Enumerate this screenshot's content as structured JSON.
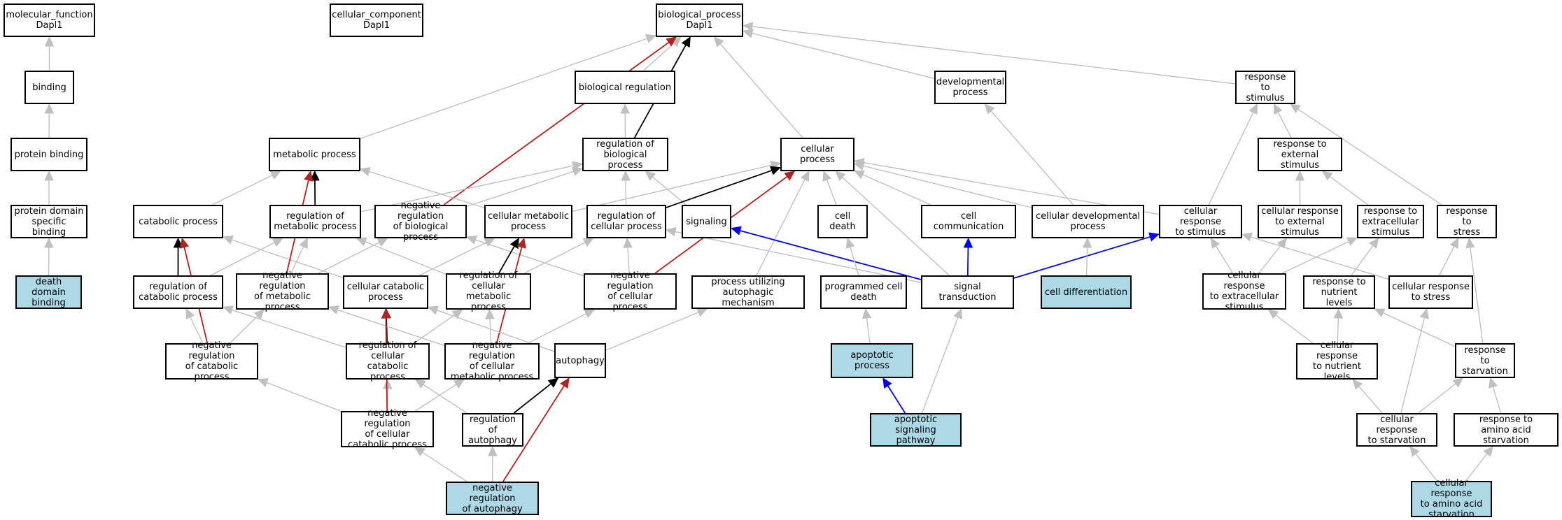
{
  "colors": {
    "node_fill": "#ffffff",
    "highlight_fill": "#add8e6",
    "node_border": "#000000",
    "edge_is_a": "#c0c0c0",
    "edge_part_of": "#000000",
    "edge_negatively_regulates": "#b22222",
    "edge_positively_regulates": "#0000ff"
  },
  "nodes": {
    "mf": "molecular_function\nDapl1",
    "cc": "cellular_component\nDapl1",
    "bp": "biological_process\nDapl1",
    "binding": "binding",
    "protein_binding": "protein binding",
    "pdsb": "protein domain\nspecific binding",
    "ddb": "death domain\nbinding",
    "bio_reg": "biological regulation",
    "dev_proc": "developmental\nprocess",
    "resp_stim": "response to\nstimulus",
    "metab_proc": "metabolic process",
    "reg_bio_proc": "regulation of\nbiological process",
    "cell_proc": "cellular process",
    "resp_ext_stim": "response to\nexternal stimulus",
    "catab_proc": "catabolic process",
    "reg_metab": "regulation of\nmetabolic process",
    "neg_reg_bio": "negative regulation\nof biological\nprocess",
    "cell_metab": "cellular metabolic\nprocess",
    "reg_cell_proc": "regulation of\ncellular process",
    "signaling": "signaling",
    "cell_death": "cell death",
    "cell_comm": "cell communication",
    "cell_dev": "cellular developmental\nprocess",
    "cell_resp_stim": "cellular response\nto stimulus",
    "cell_resp_ext": "cellular response\nto external\nstimulus",
    "resp_extracell": "response to\nextracellular\nstimulus",
    "resp_stress": "response to\nstress",
    "reg_catab": "regulation of\ncatabolic process",
    "neg_reg_metab": "negative regulation\nof metabolic\nprocess",
    "cell_catab": "cellular catabolic\nprocess",
    "reg_cell_metab": "regulation of\ncellular metabolic\nprocess",
    "neg_reg_cell_proc": "negative regulation\nof cellular\nprocess",
    "proc_autoph": "process utilizing\nautophagic mechanism",
    "pcd": "programmed cell\ndeath",
    "sig_trans": "signal transduction",
    "cell_diff": "cell differentiation",
    "cell_resp_extracell": "cellular response\nto extracellular\nstimulus",
    "resp_nutrient": "response to\nnutrient levels",
    "cell_resp_stress": "cellular response\nto stress",
    "neg_reg_catab": "negative regulation\nof catabolic\nprocess",
    "reg_cell_catab": "regulation of\ncellular catabolic\nprocess",
    "neg_reg_cell_metab": "negative regulation\nof cellular\nmetabolic process",
    "autophagy": "autophagy",
    "apoptotic": "apoptotic process",
    "cell_resp_nutrient": "cellular response\nto nutrient\nlevels",
    "resp_starv": "response to\nstarvation",
    "neg_reg_cell_catab": "negative regulation\nof cellular\ncatabolic process",
    "reg_autoph": "regulation of\nautophagy",
    "apop_sig": "apoptotic signaling\npathway",
    "cell_resp_starv": "cellular response\nto starvation",
    "resp_aa_starv": "response to\namino acid starvation",
    "neg_reg_autoph": "negative regulation\nof autophagy",
    "cell_resp_aa_starv": "cellular response\nto amino acid\nstarvation"
  },
  "highlighted": [
    "ddb",
    "cell_diff",
    "apoptotic",
    "apop_sig",
    "neg_reg_autoph",
    "cell_resp_aa_starv"
  ],
  "edges": [
    [
      "binding",
      "mf",
      "is_a"
    ],
    [
      "protein_binding",
      "binding",
      "is_a"
    ],
    [
      "pdsb",
      "protein_binding",
      "is_a"
    ],
    [
      "ddb",
      "pdsb",
      "is_a"
    ],
    [
      "bio_reg",
      "bp",
      "is_a"
    ],
    [
      "dev_proc",
      "bp",
      "is_a"
    ],
    [
      "resp_stim",
      "bp",
      "is_a"
    ],
    [
      "metab_proc",
      "bp",
      "is_a"
    ],
    [
      "cell_proc",
      "bp",
      "is_a"
    ],
    [
      "reg_bio_proc",
      "bio_reg",
      "is_a"
    ],
    [
      "reg_bio_proc",
      "bp",
      "part_of"
    ],
    [
      "neg_reg_bio",
      "bp",
      "negatively_regulates"
    ],
    [
      "resp_ext_stim",
      "resp_stim",
      "is_a"
    ],
    [
      "cell_resp_stim",
      "resp_stim",
      "is_a"
    ],
    [
      "resp_stress",
      "resp_stim",
      "is_a"
    ],
    [
      "catab_proc",
      "metab_proc",
      "is_a"
    ],
    [
      "reg_metab",
      "metab_proc",
      "part_of"
    ],
    [
      "cell_metab",
      "metab_proc",
      "is_a"
    ],
    [
      "reg_metab",
      "reg_bio_proc",
      "is_a"
    ],
    [
      "neg_reg_bio",
      "reg_bio_proc",
      "is_a"
    ],
    [
      "reg_cell_proc",
      "reg_bio_proc",
      "is_a"
    ],
    [
      "signaling",
      "reg_bio_proc",
      "is_a"
    ],
    [
      "cell_metab",
      "cell_proc",
      "is_a"
    ],
    [
      "reg_cell_proc",
      "cell_proc",
      "part_of"
    ],
    [
      "cell_death",
      "cell_proc",
      "is_a"
    ],
    [
      "cell_comm",
      "cell_proc",
      "is_a"
    ],
    [
      "cell_dev",
      "cell_proc",
      "is_a"
    ],
    [
      "cell_resp_stim",
      "cell_proc",
      "is_a"
    ],
    [
      "sig_trans",
      "cell_proc",
      "is_a"
    ],
    [
      "proc_autoph",
      "cell_proc",
      "is_a"
    ],
    [
      "neg_reg_cell_proc",
      "cell_proc",
      "negatively_regulates"
    ],
    [
      "cell_dev",
      "dev_proc",
      "is_a"
    ],
    [
      "cell_resp_ext",
      "resp_ext_stim",
      "is_a"
    ],
    [
      "resp_extracell",
      "resp_ext_stim",
      "is_a"
    ],
    [
      "cell_resp_extracell",
      "cell_resp_stim",
      "is_a"
    ],
    [
      "cell_resp_extracell",
      "cell_resp_ext",
      "is_a"
    ],
    [
      "cell_resp_extracell",
      "resp_extracell",
      "is_a"
    ],
    [
      "resp_nutrient",
      "resp_extracell",
      "is_a"
    ],
    [
      "cell_resp_stress",
      "resp_stress",
      "is_a"
    ],
    [
      "cell_resp_stress",
      "cell_resp_stim",
      "is_a"
    ],
    [
      "resp_starv",
      "resp_stress",
      "is_a"
    ],
    [
      "reg_catab",
      "catab_proc",
      "part_of"
    ],
    [
      "cell_catab",
      "catab_proc",
      "is_a"
    ],
    [
      "neg_reg_catab",
      "catab_proc",
      "negatively_regulates"
    ],
    [
      "neg_reg_metab",
      "reg_metab",
      "is_a"
    ],
    [
      "reg_cell_metab",
      "reg_metab",
      "is_a"
    ],
    [
      "reg_catab",
      "reg_metab",
      "is_a"
    ],
    [
      "neg_reg_metab",
      "neg_reg_bio",
      "is_a"
    ],
    [
      "neg_reg_metab",
      "metab_proc",
      "negatively_regulates"
    ],
    [
      "neg_reg_cell_proc",
      "neg_reg_bio",
      "is_a"
    ],
    [
      "cell_catab",
      "cell_metab",
      "is_a"
    ],
    [
      "reg_cell_metab",
      "cell_metab",
      "part_of"
    ],
    [
      "neg_reg_cell_metab",
      "cell_metab",
      "negatively_regulates"
    ],
    [
      "reg_cell_metab",
      "reg_cell_proc",
      "is_a"
    ],
    [
      "neg_reg_cell_proc",
      "reg_cell_proc",
      "is_a"
    ],
    [
      "sig_trans",
      "signaling",
      "positively_regulates"
    ],
    [
      "sig_trans",
      "reg_cell_proc",
      "is_a"
    ],
    [
      "pcd",
      "cell_death",
      "is_a"
    ],
    [
      "sig_trans",
      "cell_comm",
      "positively_regulates"
    ],
    [
      "sig_trans",
      "cell_resp_stim",
      "positively_regulates"
    ],
    [
      "cell_diff",
      "cell_dev",
      "is_a"
    ],
    [
      "neg_reg_catab",
      "reg_catab",
      "is_a"
    ],
    [
      "neg_reg_catab",
      "neg_reg_metab",
      "is_a"
    ],
    [
      "reg_cell_catab",
      "reg_catab",
      "is_a"
    ],
    [
      "reg_cell_catab",
      "cell_catab",
      "part_of"
    ],
    [
      "reg_cell_catab",
      "reg_cell_metab",
      "is_a"
    ],
    [
      "neg_reg_cell_metab",
      "reg_cell_metab",
      "is_a"
    ],
    [
      "neg_reg_cell_metab",
      "neg_reg_metab",
      "is_a"
    ],
    [
      "neg_reg_cell_metab",
      "neg_reg_cell_proc",
      "is_a"
    ],
    [
      "autophagy",
      "cell_catab",
      "is_a"
    ],
    [
      "autophagy",
      "proc_autoph",
      "is_a"
    ],
    [
      "apoptotic",
      "pcd",
      "is_a"
    ],
    [
      "cell_resp_nutrient",
      "resp_nutrient",
      "is_a"
    ],
    [
      "cell_resp_nutrient",
      "cell_resp_extracell",
      "is_a"
    ],
    [
      "resp_starv",
      "resp_nutrient",
      "is_a"
    ],
    [
      "neg_reg_cell_catab",
      "neg_reg_catab",
      "is_a"
    ],
    [
      "neg_reg_cell_catab",
      "reg_cell_catab",
      "is_a"
    ],
    [
      "neg_reg_cell_catab",
      "neg_reg_cell_metab",
      "is_a"
    ],
    [
      "neg_reg_cell_catab",
      "cell_catab",
      "negatively_regulates"
    ],
    [
      "reg_autoph",
      "autophagy",
      "part_of"
    ],
    [
      "reg_autoph",
      "reg_cell_catab",
      "is_a"
    ],
    [
      "apop_sig",
      "apoptotic",
      "positively_regulates"
    ],
    [
      "apop_sig",
      "sig_trans",
      "is_a"
    ],
    [
      "cell_resp_starv",
      "cell_resp_nutrient",
      "is_a"
    ],
    [
      "cell_resp_starv",
      "resp_starv",
      "is_a"
    ],
    [
      "cell_resp_starv",
      "cell_resp_stress",
      "is_a"
    ],
    [
      "resp_aa_starv",
      "resp_starv",
      "is_a"
    ],
    [
      "neg_reg_autoph",
      "reg_autoph",
      "is_a"
    ],
    [
      "neg_reg_autoph",
      "neg_reg_cell_catab",
      "is_a"
    ],
    [
      "neg_reg_autoph",
      "autophagy",
      "negatively_regulates"
    ],
    [
      "cell_resp_aa_starv",
      "cell_resp_starv",
      "is_a"
    ],
    [
      "cell_resp_aa_starv",
      "resp_aa_starv",
      "is_a"
    ]
  ]
}
